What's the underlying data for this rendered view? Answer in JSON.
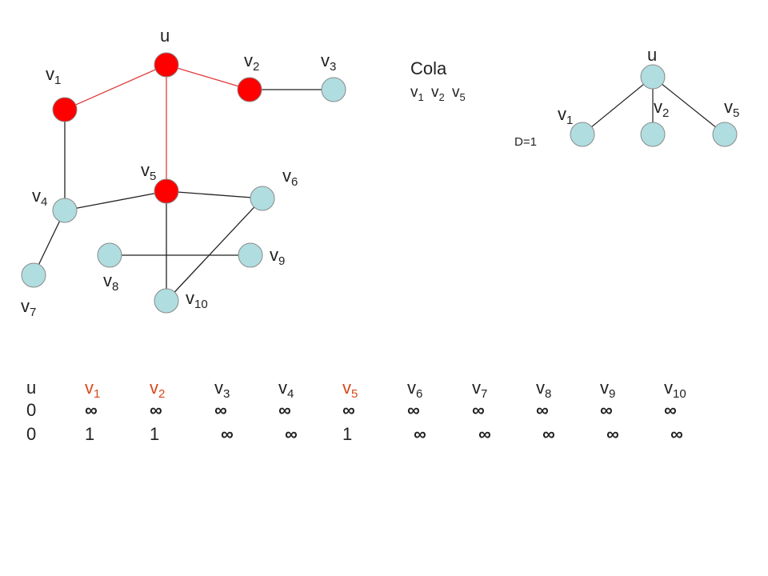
{
  "graph": {
    "nodes": [
      {
        "id": "u",
        "base": "u",
        "sub": "",
        "visited": true
      },
      {
        "id": "v1",
        "base": "v",
        "sub": "1",
        "visited": true
      },
      {
        "id": "v2",
        "base": "v",
        "sub": "2",
        "visited": true
      },
      {
        "id": "v3",
        "base": "v",
        "sub": "3",
        "visited": false
      },
      {
        "id": "v4",
        "base": "v",
        "sub": "4",
        "visited": false
      },
      {
        "id": "v5",
        "base": "v",
        "sub": "5",
        "visited": true
      },
      {
        "id": "v6",
        "base": "v",
        "sub": "6",
        "visited": false
      },
      {
        "id": "v7",
        "base": "v",
        "sub": "7",
        "visited": false
      },
      {
        "id": "v8",
        "base": "v",
        "sub": "8",
        "visited": false
      },
      {
        "id": "v9",
        "base": "v",
        "sub": "9",
        "visited": false
      },
      {
        "id": "v10",
        "base": "v",
        "sub": "10",
        "visited": false
      }
    ],
    "edges": [
      {
        "from": "u",
        "to": "v1",
        "tree": true
      },
      {
        "from": "u",
        "to": "v2",
        "tree": true
      },
      {
        "from": "u",
        "to": "v5",
        "tree": true
      },
      {
        "from": "v2",
        "to": "v3",
        "tree": false
      },
      {
        "from": "v1",
        "to": "v4",
        "tree": false
      },
      {
        "from": "v4",
        "to": "v5",
        "tree": false
      },
      {
        "from": "v4",
        "to": "v7",
        "tree": false
      },
      {
        "from": "v5",
        "to": "v6",
        "tree": false
      },
      {
        "from": "v5",
        "to": "v10",
        "tree": false
      },
      {
        "from": "v6",
        "to": "v10",
        "tree": false
      },
      {
        "from": "v8",
        "to": "v9",
        "tree": false
      }
    ]
  },
  "queue": {
    "title": "Cola",
    "items": [
      {
        "base": "v",
        "sub": "1"
      },
      {
        "base": "v",
        "sub": "2"
      },
      {
        "base": "v",
        "sub": "5"
      }
    ]
  },
  "tree": {
    "root": {
      "base": "u",
      "sub": ""
    },
    "children": [
      {
        "base": "v",
        "sub": "1"
      },
      {
        "base": "v",
        "sub": "2"
      },
      {
        "base": "v",
        "sub": "5"
      }
    ],
    "depth_label": "D=1"
  },
  "distance_table": {
    "headers": [
      {
        "base": "u",
        "sub": "",
        "highlight": false
      },
      {
        "base": "v",
        "sub": "1",
        "highlight": true
      },
      {
        "base": "v",
        "sub": "2",
        "highlight": true
      },
      {
        "base": "v",
        "sub": "3",
        "highlight": false
      },
      {
        "base": "v",
        "sub": "4",
        "highlight": false
      },
      {
        "base": "v",
        "sub": "5",
        "highlight": true
      },
      {
        "base": "v",
        "sub": "6",
        "highlight": false
      },
      {
        "base": "v",
        "sub": "7",
        "highlight": false
      },
      {
        "base": "v",
        "sub": "8",
        "highlight": false
      },
      {
        "base": "v",
        "sub": "9",
        "highlight": false
      },
      {
        "base": "v",
        "sub": "10",
        "highlight": false
      }
    ],
    "rows": [
      [
        "0",
        "∞",
        "∞",
        "∞",
        "∞",
        "∞",
        "∞",
        "∞",
        "∞",
        "∞",
        "∞"
      ],
      [
        "0",
        "1",
        "1",
        "∞",
        "∞",
        "1",
        "∞",
        "∞",
        "∞",
        "∞",
        "∞"
      ]
    ]
  },
  "colors": {
    "visited": "#ff0000",
    "unvisited": "#b0dde0",
    "tree_edge": "#e23b3b",
    "edge": "#222222",
    "header_highlight": "#d9481c",
    "text": "#222222"
  }
}
